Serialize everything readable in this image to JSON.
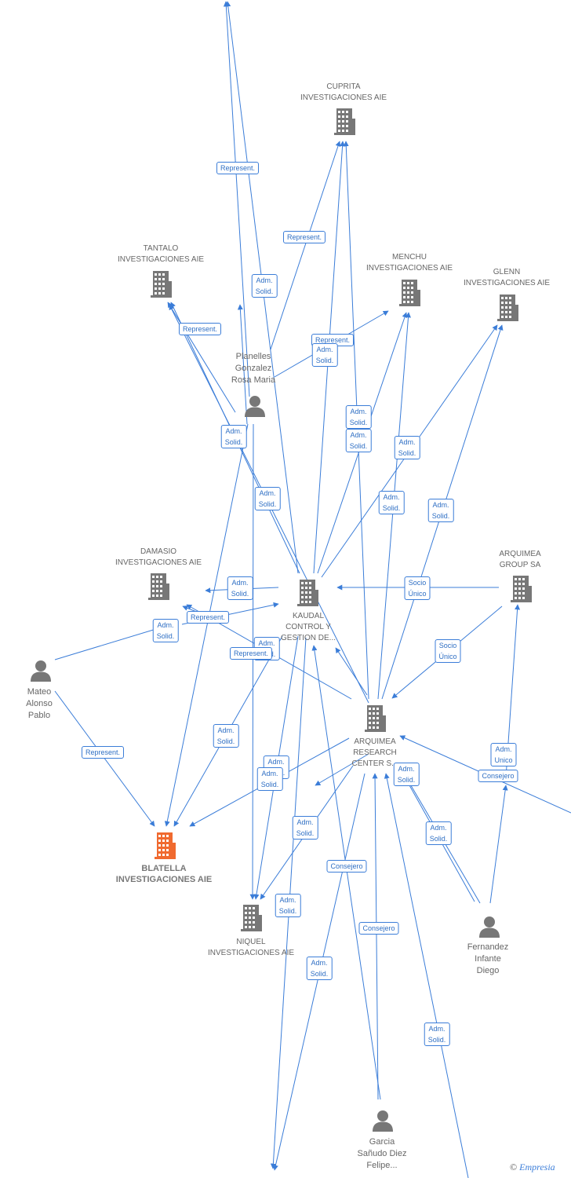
{
  "colors": {
    "edge": "#3b7dd8",
    "icon": "#777777",
    "focus_icon": "#f06a2f",
    "label": "#666666"
  },
  "nodes": {
    "cuprita": {
      "label": "CUPRITA\nINVESTIGACIONES AIE",
      "kind": "company"
    },
    "tantalo": {
      "label": "TANTALO\nINVESTIGACIONES AIE",
      "kind": "company"
    },
    "menchu": {
      "label": "MENCHU\nINVESTIGACIONES AIE",
      "kind": "company"
    },
    "glenn": {
      "label": "GLENN\nINVESTIGACIONES AIE",
      "kind": "company"
    },
    "planelles": {
      "label": "Planelles\nGonzalez\nRosa Maria",
      "kind": "person"
    },
    "damasio": {
      "label": "DAMASIO\nINVESTIGACIONES AIE",
      "kind": "company"
    },
    "kaudal": {
      "label": "KAUDAL\nCONTROL Y\nGESTION DE...",
      "kind": "company"
    },
    "arquimea_group": {
      "label": "ARQUIMEA\nGROUP SA",
      "kind": "company"
    },
    "mateo": {
      "label": "Mateo\nAlonso\nPablo",
      "kind": "person"
    },
    "arquimea_research": {
      "label": "ARQUIMEA\nRESEARCH\nCENTER  S...",
      "kind": "company"
    },
    "blatella": {
      "label": "BLATELLA\nINVESTIGACIONES AIE",
      "kind": "focus"
    },
    "niquel": {
      "label": "NIQUEL\nINVESTIGACIONES AIE",
      "kind": "company"
    },
    "fernandez": {
      "label": "Fernandez\nInfante\nDiego",
      "kind": "person"
    },
    "garcia": {
      "label": "Garcia\nSañudo Diez\nFelipe...",
      "kind": "person"
    }
  },
  "edge_labels": [
    {
      "text": "Represent."
    },
    {
      "text": "Represent."
    },
    {
      "text": "Adm.\nSolid."
    },
    {
      "text": "Represent."
    },
    {
      "text": "Represent."
    },
    {
      "text": "Adm.\nSolid."
    },
    {
      "text": "Adm.\nSolid."
    },
    {
      "text": "Adm.\nSolid."
    },
    {
      "text": "Adm.\nSolid."
    },
    {
      "text": "Adm.\nSolid."
    },
    {
      "text": "Adm.\nSolid."
    },
    {
      "text": "Adm.\nSolid."
    },
    {
      "text": "Adm.\nSolid."
    },
    {
      "text": "Adm.\nSolid."
    },
    {
      "text": "Socio\nÚnico"
    },
    {
      "text": "Adm.\nSolid."
    },
    {
      "text": "Represent."
    },
    {
      "text": "Adm.\nSolid."
    },
    {
      "text": "Represent."
    },
    {
      "text": "Adm.\nSolid."
    },
    {
      "text": "Socio\nÚnico"
    },
    {
      "text": "Represent."
    },
    {
      "text": "Adm.\nSolid."
    },
    {
      "text": "Adm.\nSolid."
    },
    {
      "text": "Adm.\nSolid."
    },
    {
      "text": "Adm.\nUnico"
    },
    {
      "text": "Consejero"
    },
    {
      "text": "Adm.\nSolid."
    },
    {
      "text": "Adm.\nSolid."
    },
    {
      "text": "Consejero"
    },
    {
      "text": "Adm.\nSolid."
    },
    {
      "text": "Consejero"
    },
    {
      "text": "Adm.\nSolid."
    },
    {
      "text": "Adm.\nSolid."
    }
  ],
  "brand": {
    "copyright": "©",
    "name": "Empresia"
  }
}
